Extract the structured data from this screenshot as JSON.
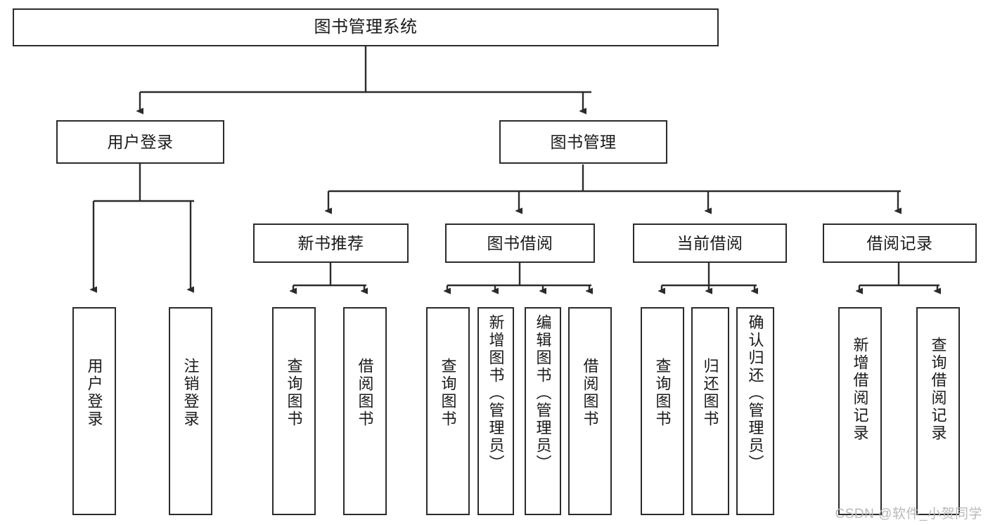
{
  "diagram": {
    "title": "图书管理系统",
    "type": "tree-structure-chart",
    "colors": {
      "box_border": "#2b2b2b",
      "box_fill": "#ffffff",
      "connector": "#2b2b2b",
      "watermark": "#b9b9b9",
      "background": "#ffffff"
    },
    "root": {
      "label": "图书管理系统"
    },
    "level2": [
      {
        "label": "用户登录"
      },
      {
        "label": "图书管理"
      }
    ],
    "level3": [
      {
        "label": "新书推荐"
      },
      {
        "label": "图书借阅"
      },
      {
        "label": "当前借阅"
      },
      {
        "label": "借阅记录"
      }
    ],
    "leaves": [
      {
        "label": "用户登录",
        "parent": "用户登录"
      },
      {
        "label": "注销登录",
        "parent": "用户登录"
      },
      {
        "label": "查询图书",
        "parent": "新书推荐"
      },
      {
        "label": "借阅图书",
        "parent": "新书推荐"
      },
      {
        "label": "查询图书",
        "parent": "图书借阅"
      },
      {
        "label": "新增图书（管理员）",
        "parent": "图书借阅"
      },
      {
        "label": "编辑图书（管理员）",
        "parent": "图书借阅"
      },
      {
        "label": "借阅图书",
        "parent": "图书借阅"
      },
      {
        "label": "查询图书",
        "parent": "当前借阅"
      },
      {
        "label": "归还图书",
        "parent": "当前借阅"
      },
      {
        "label": "确认归还（管理员）",
        "parent": "当前借阅"
      },
      {
        "label": "新增借阅记录",
        "parent": "借阅记录"
      },
      {
        "label": "查询借阅记录",
        "parent": "借阅记录"
      }
    ]
  },
  "watermark": {
    "text": "CSDN @软件_小贺同学"
  }
}
